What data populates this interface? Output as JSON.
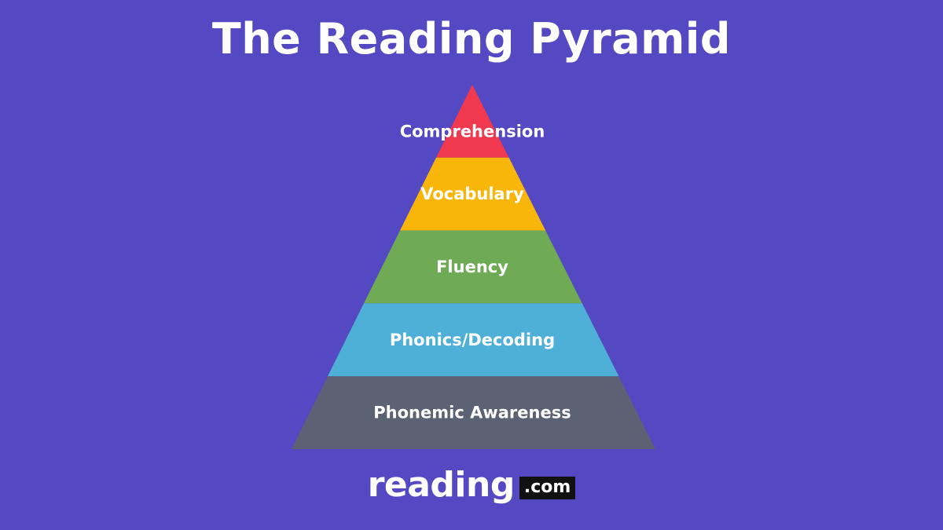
{
  "title": "The Reading Pyramid",
  "pyramid": {
    "tiers": [
      {
        "label": "Comprehension",
        "color": "#f0384f"
      },
      {
        "label": "Vocabulary",
        "color": "#f9b60a"
      },
      {
        "label": "Fluency",
        "color": "#6faa55"
      },
      {
        "label": "Phonics/Decoding",
        "color": "#4fb0d7"
      },
      {
        "label": "Phonemic Awareness",
        "color": "#5a6273"
      }
    ]
  },
  "brand": {
    "word": "reading",
    "tld": ".com"
  },
  "colors": {
    "background": "#5449c3",
    "text": "#ffffff"
  }
}
